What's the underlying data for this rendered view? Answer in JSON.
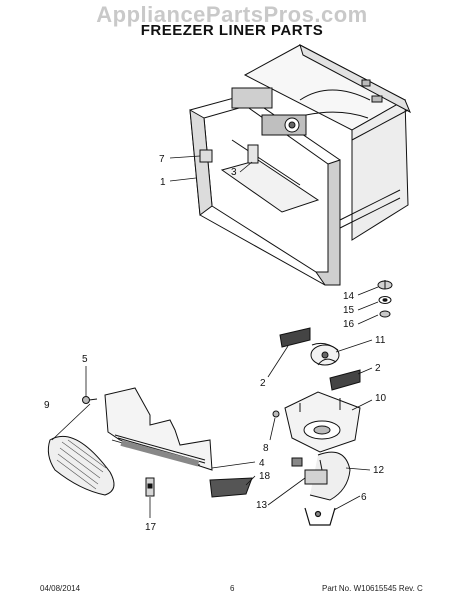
{
  "watermark": "AppliancePartsPros.com",
  "title": "FREEZER LINER PARTS",
  "footer": {
    "date": "04/08/2014",
    "page": "6",
    "part_no": "Part No.  W10615545  Rev. C"
  },
  "callouts": [
    "7",
    "3",
    "1",
    "14",
    "15",
    "16",
    "5",
    "11",
    "2",
    "9",
    "2",
    "10",
    "8",
    "4",
    "18",
    "12",
    "6",
    "13",
    "17"
  ]
}
